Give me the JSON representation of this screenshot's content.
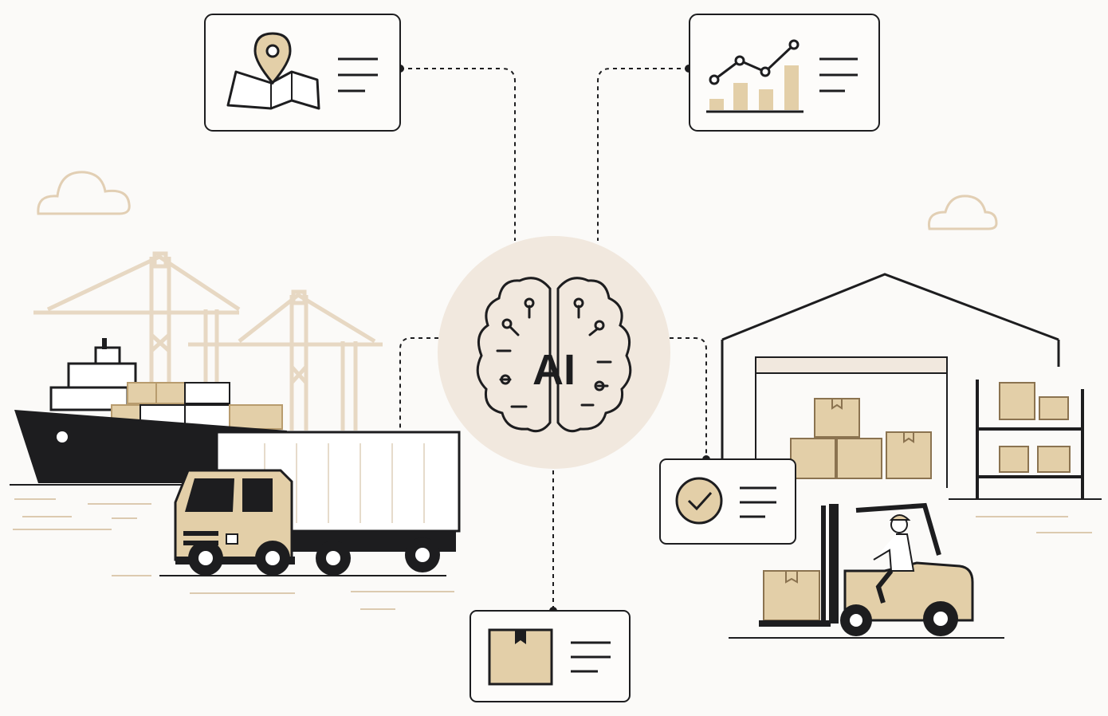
{
  "hub": {
    "label": "AI"
  },
  "colors": {
    "ink": "#1d1d1f",
    "tan": "#e3cfa8",
    "tan_stroke": "#b89c6e",
    "light_tan": "#ecdcc6",
    "hub_bg": "#f1e8de",
    "background": "#fbfaf8",
    "card_bg": "#fdfcfa"
  },
  "cards": [
    {
      "id": "map-card",
      "icon": "map-pin-icon"
    },
    {
      "id": "analytics-card",
      "icon": "bar-line-chart-icon"
    },
    {
      "id": "package-card",
      "icon": "package-icon"
    },
    {
      "id": "check-card",
      "icon": "check-circle-icon"
    }
  ],
  "scenes": [
    "port-cranes",
    "cargo-ship",
    "delivery-truck",
    "warehouse",
    "forklift"
  ]
}
